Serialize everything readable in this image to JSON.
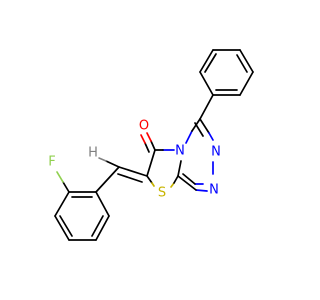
{
  "molecule": {
    "atoms": {
      "O": {
        "symbol": "O",
        "color": "#ff0000"
      },
      "N4": {
        "symbol": "N",
        "color": "#0000ff"
      },
      "N2": {
        "symbol": "N",
        "color": "#0000ff"
      },
      "N1": {
        "symbol": "N",
        "color": "#0000ff"
      },
      "S": {
        "symbol": "S",
        "color": "#c8b400"
      },
      "F": {
        "symbol": "F",
        "color": "#90d050"
      },
      "H": {
        "symbol": "H",
        "color": "#808080"
      }
    }
  }
}
